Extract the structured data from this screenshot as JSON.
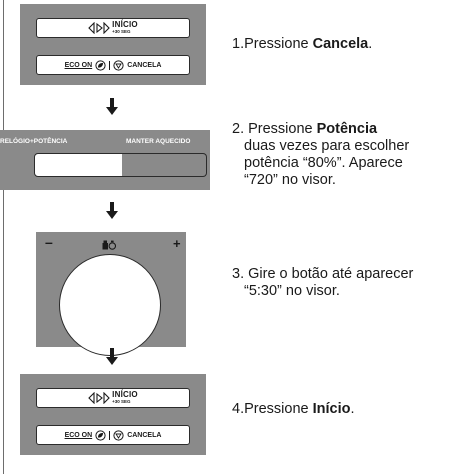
{
  "panel1": {
    "start_main": "INÍCIO",
    "start_sub": "+30 SEG",
    "eco_label": "ECO ON",
    "cancel_label": "CANCELA"
  },
  "panel2": {
    "label_left": "RELÓGIO+POTÊNCIA",
    "label_right": "MANTER AQUECIDO"
  },
  "panel3": {
    "minus": "–",
    "plus": "+"
  },
  "panel4": {
    "start_main": "INÍCIO",
    "start_sub": "+30 SEG",
    "eco_label": "ECO ON",
    "cancel_label": "CANCELA"
  },
  "steps": {
    "s1": {
      "prefix": "1.Pressione ",
      "bold": "Cancela",
      "suffix": "."
    },
    "s2": {
      "line1_prefix": "2. Pressione ",
      "line1_bold": "Potência",
      "line2": "duas vezes para escolher",
      "line3": "potência “80%”. Aparece",
      "line4": "“720” no visor."
    },
    "s3": {
      "line1": "3. Gire o botão até aparecer",
      "line2": "“5:30” no visor."
    },
    "s4": {
      "prefix": "4.Pressione ",
      "bold": "Início",
      "suffix": "."
    }
  }
}
